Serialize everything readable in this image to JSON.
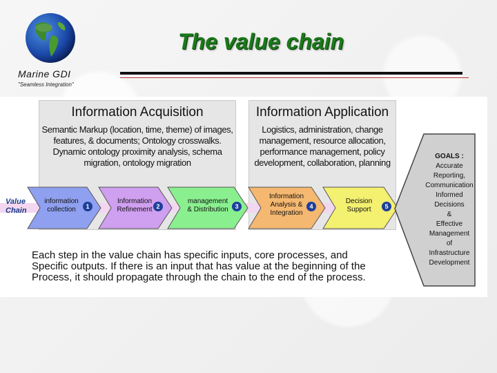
{
  "header": {
    "title": "The value chain",
    "brand": "Marine GDI",
    "tagline": "\"Seamless Integration\""
  },
  "acquisition": {
    "heading": "Information Acquisition",
    "lines": [
      "Semantic Markup (location, time, theme) of images,",
      "features, & documents; Ontology crosswalks.",
      "Dynamic ontology proximity analysis, schema",
      "migration, ontology migration"
    ]
  },
  "application": {
    "heading": "Information Application",
    "lines": [
      "Logistics, administration, change",
      "management, resource allocation,",
      "performance management, policy",
      "development, collaboration, planning"
    ]
  },
  "chain": {
    "label_line1": "Value",
    "label_line2": "Chain",
    "steps": [
      {
        "line1": "information",
        "line2": "collection",
        "line3": "",
        "num": "1",
        "color": "#8fa0f0"
      },
      {
        "line1": "Information",
        "line2": "Refinement",
        "line3": "",
        "num": "2",
        "color": "#cf9ff0"
      },
      {
        "line1": "management",
        "line2": "& Distribution",
        "line3": "",
        "num": "3",
        "color": "#8af08f"
      },
      {
        "line1": "Information",
        "line2": "Analysis &",
        "line3": "Integration",
        "num": "4",
        "color": "#f5b870"
      },
      {
        "line1": "Decision",
        "line2": "Support",
        "line3": "",
        "num": "5",
        "color": "#f4f070"
      }
    ]
  },
  "goals": {
    "heading": "GOALS :",
    "lines": [
      "Accurate",
      "Reporting,",
      "Communication",
      "Informed",
      "Decisions",
      "&",
      "Effective",
      "Management",
      "of",
      "Infrastructure",
      "Development"
    ]
  },
  "note": {
    "line1": "Each step in the value chain has specific inputs, core processes, and",
    "line2": "Specific outputs. If there is an input that has value at the beginning of the",
    "line3": "Process, it should propagate through the chain to the end of the process."
  }
}
